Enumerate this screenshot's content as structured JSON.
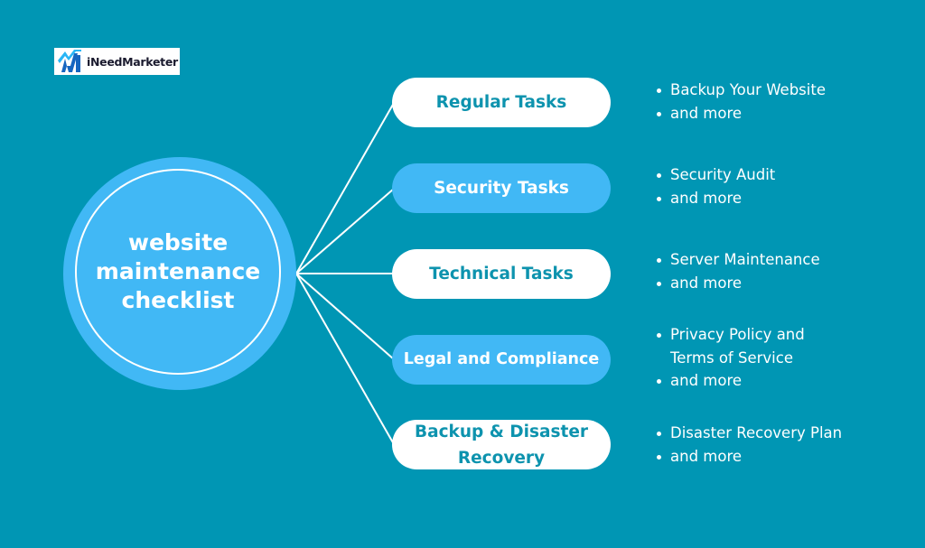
{
  "logo": {
    "text": "iNeedMarketer",
    "icon": "brand-logo-icon"
  },
  "center": {
    "title": "website maintenance checklist"
  },
  "categories": [
    {
      "label": "Regular Tasks",
      "style": "white",
      "bullets": [
        "Backup Your Website",
        "and more"
      ]
    },
    {
      "label": "Security Tasks",
      "style": "blue",
      "bullets": [
        "Security Audit",
        "and more"
      ]
    },
    {
      "label": "Technical Tasks",
      "style": "white",
      "bullets": [
        "Server Maintenance",
        "and more"
      ]
    },
    {
      "label": "Legal and Compliance",
      "style": "blue",
      "bullets": [
        "Privacy Policy and Terms of Service",
        "and more"
      ]
    },
    {
      "label": "Backup & Disaster Recovery",
      "style": "white",
      "bullets": [
        "Disaster Recovery Plan",
        "and more"
      ]
    }
  ],
  "colors": {
    "background": "#0096b4",
    "accent_blue": "#41b8f5",
    "pill_white": "#ffffff",
    "pill_text_teal": "#0d93ae",
    "connector": "#ffffff"
  }
}
